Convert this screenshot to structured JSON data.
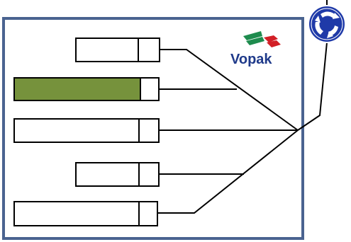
{
  "logo": {
    "text": "Vopak"
  },
  "colors": {
    "frame": "#4a6390",
    "box_outline": "#000000",
    "box_fill": "#ffffff",
    "highlight_fill": "#76923c",
    "roundabout_blue": "#1f3aa8",
    "logo_green": "#1e8c4e",
    "logo_red": "#d21f26",
    "logo_text": "#1f3a8a"
  },
  "icons": {
    "roundabout": "roundabout-sign-icon"
  },
  "rows": [
    {
      "id": "row-1",
      "highlighted": false
    },
    {
      "id": "row-2",
      "highlighted": true
    },
    {
      "id": "row-3",
      "highlighted": false
    },
    {
      "id": "row-4",
      "highlighted": false
    },
    {
      "id": "row-5",
      "highlighted": false
    }
  ]
}
